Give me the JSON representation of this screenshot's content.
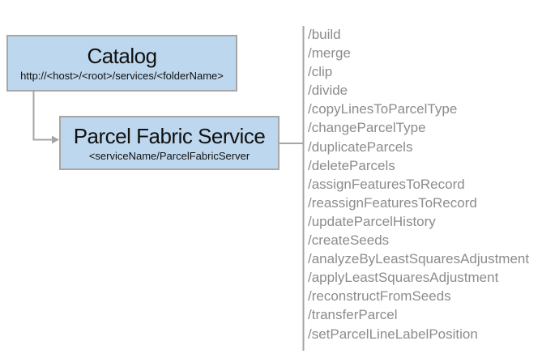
{
  "catalog": {
    "title": "Catalog",
    "subtitle": "http://<host>/<root>/services/<folderName>"
  },
  "service": {
    "title": "Parcel Fabric Service",
    "subtitle": "<serviceName/ParcelFabricServer"
  },
  "endpoints": [
    "/build",
    "/merge",
    "/clip",
    "/divide",
    "/copyLinesToParcelType",
    "/changeParcelType",
    "/duplicateParcels",
    "/deleteParcels",
    "/assignFeaturesToRecord",
    "/reassignFeaturesToRecord",
    "/updateParcelHistory",
    "/createSeeds",
    "/analyzeByLeastSquaresAdjustment",
    "/applyLeastSquaresAdjustment",
    "/reconstructFromSeeds",
    "/transferParcel",
    "/setParcelLineLabelPosition"
  ],
  "colors": {
    "box_fill": "#bdd7ee",
    "box_border": "#a6a6a6",
    "connector": "#a6a6a6",
    "endpoint_text": "#8c8c8c",
    "title_text": "#111111"
  }
}
